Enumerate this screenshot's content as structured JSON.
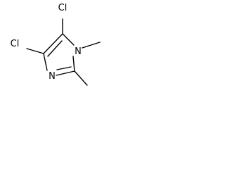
{
  "molecule": {
    "atoms": {
      "cl_top": "Cl",
      "cl_left": "Cl",
      "n1": "N",
      "n3": "N"
    },
    "colors": {
      "stroke": "#000000",
      "background": "#ffffff"
    }
  }
}
